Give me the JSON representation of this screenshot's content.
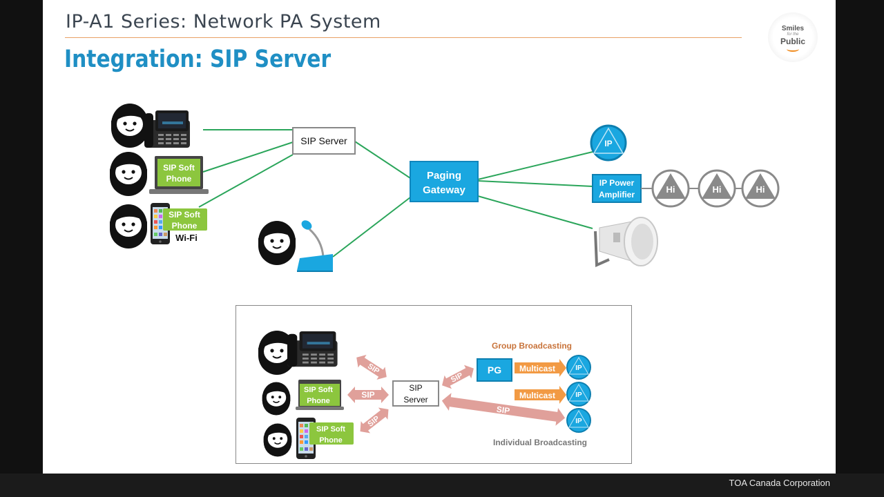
{
  "header": {
    "title": "IP-A1 Series: Network PA System",
    "subtitle": "Integration: SIP Server"
  },
  "logo": {
    "line1": "Smiles",
    "line2": "for the",
    "line3": "Public"
  },
  "footer": {
    "company": "TOA Canada Corporation"
  },
  "main_diagram": {
    "sip_server": "SIP Server",
    "paging_gateway_line1": "Paging",
    "paging_gateway_line2": "Gateway",
    "soft_phone_line1": "SIP Soft",
    "soft_phone_line2": "Phone",
    "wifi": "Wi-Fi",
    "ip": "IP",
    "amp_line1": "IP Power",
    "amp_line2": "Amplifier",
    "hi": "Hi"
  },
  "inset_diagram": {
    "group_broadcasting": "Group Broadcasting",
    "individual_broadcasting": "Individual Broadcasting",
    "sip": "SIP",
    "sip_server_line1": "SIP",
    "sip_server_line2": "Server",
    "pg": "PG",
    "multicast": "Multicast",
    "ip": "IP",
    "soft_phone_line1": "SIP Soft",
    "soft_phone_line2": "Phone"
  },
  "colors": {
    "link_green": "#2aa55a",
    "gateway_blue": "#1aa7e0",
    "softphone_green": "#8cc63e",
    "speaker_gray": "#8a8a8a",
    "sip_arrow": "#e0a09a",
    "multicast_orange": "#f29a44"
  }
}
